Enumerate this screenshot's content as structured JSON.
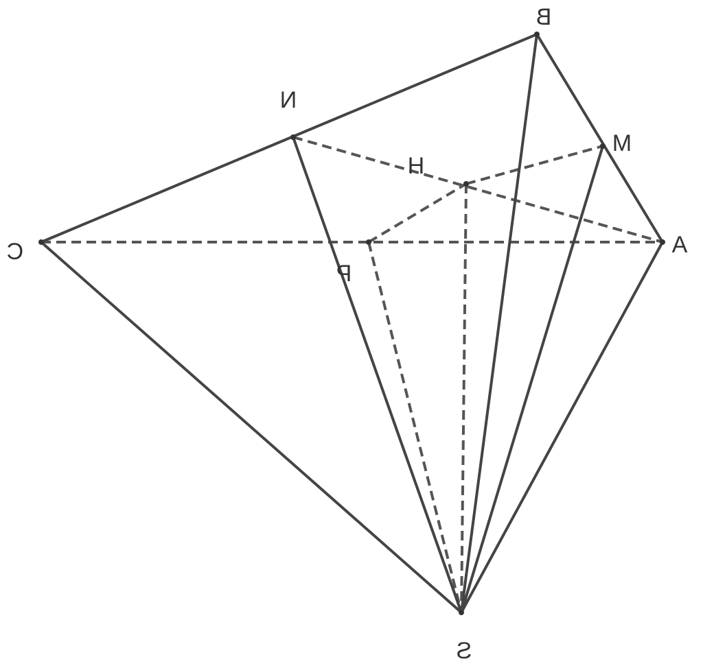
{
  "vertices": {
    "B": {
      "label": "B"
    },
    "N": {
      "label": "N"
    },
    "M": {
      "label": "M"
    },
    "H": {
      "label": "H"
    },
    "C": {
      "label": "C"
    },
    "A": {
      "label": "A"
    },
    "P": {
      "label": "P"
    },
    "S": {
      "label": "S"
    }
  },
  "colors": {
    "line": "#444444",
    "dashed": "#555555",
    "text": "#333333",
    "background": "#ffffff"
  }
}
